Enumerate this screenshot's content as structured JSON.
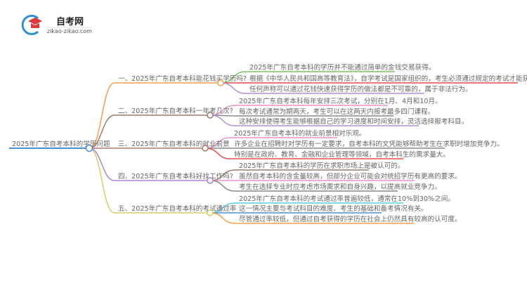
{
  "logo": {
    "name": "自考网",
    "url": "zikao-zikao.com"
  },
  "root": {
    "label": "2025年广东自考本科的学历问题",
    "color": "#4a90d0"
  },
  "branches": [
    {
      "label": "一、2025年广东自考本科能花钱买学历吗?",
      "color": "#f5a04a",
      "leaves": [
        {
          "text": "2025年广东自考本科的学历并不能通过简单的金钱交易获得。",
          "color": "#7cc060"
        },
        {
          "text": "根据《中华人民共和国高等教育法》，自学考试是国家组织的，考生必须通过规定的考试才能获得相应的学历证书。",
          "color": "#e05050"
        },
        {
          "text": "任何声称可以通过花钱快速获得学历的做法都是不可靠的，属于非法行为。",
          "color": "#b090d8"
        }
      ]
    },
    {
      "label": "二、2025年广东自考本科一年考几次?",
      "color": "#a07a6a",
      "leaves": [
        {
          "text": "2025年广东自考本科每年安排三次考试，分别在1月、4月和10月。",
          "color": "#e890d0"
        },
        {
          "text": "每次考试通常为期两天，考生可以在这两天内报考最多四门课程。",
          "color": "#888888"
        },
        {
          "text": "这种安排使得考生能够根据自己的学习进度和时间安排，灵活选择报考科目。",
          "color": "#b090d8"
        }
      ]
    },
    {
      "label": "三、2025年广东自考本科的就业前景",
      "color": "#b0796a",
      "leaves": [
        {
          "text": "2025年广东自考本科的就业前景相对乐观。",
          "color": "#e890d0"
        },
        {
          "text": "许多企业在招聘时对学历有一定要求，自考本科的文凭能够帮助考生在求职时增加竞争力。",
          "color": "#888888"
        },
        {
          "text": "特别是在政府、教育、金融和企业管理等领域，自考本科生的需求量大。",
          "color": "#e05050"
        }
      ]
    },
    {
      "label": "四、2025年广东自考本科好找工作吗?",
      "color": "#a985d0",
      "leaves": [
        {
          "text": "2025年广东自考本科的学历在求职市场上是被认可的。",
          "color": "#a07a6a"
        },
        {
          "text": "虽然自考本科的含金量较高，但部分企业可能会对统招学历有更高的要求。",
          "color": "#e890d0"
        },
        {
          "text": "考生在选择专业时应考虑市场需求和自身兴趣，以提高就业竞争力。",
          "color": "#888888"
        }
      ]
    },
    {
      "label": "五、2025年广东自考本科的考试通过率",
      "color": "#d4cf60",
      "leaves": [
        {
          "text": "2025年广东自考本科的考试通过率普遍较低，通常在10%到30%之间。",
          "color": "#50d0e0"
        },
        {
          "text": "这一情况主要与考试科目的难度、考生的基础和备考情况有关。",
          "color": "#4a90d0"
        },
        {
          "text": "尽管通过率较低，但通过自考获得的学历在社会上仍然具有较高的认可度。",
          "color": "#f5a04a"
        }
      ]
    }
  ]
}
